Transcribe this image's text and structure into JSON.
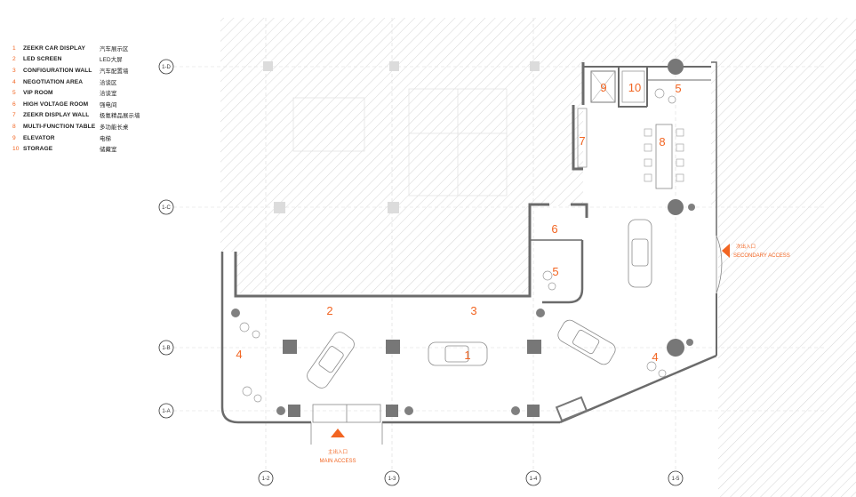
{
  "legend": [
    {
      "num": "1",
      "en": "ZEEKR CAR DISPLAY",
      "zh": "汽车展示区"
    },
    {
      "num": "2",
      "en": "LED SCREEN",
      "zh": "LED大屏"
    },
    {
      "num": "3",
      "en": "CONFIGURATION WALL",
      "zh": "汽车配置墙"
    },
    {
      "num": "4",
      "en": "NEGOTIATION AREA",
      "zh": "洽谈区"
    },
    {
      "num": "5",
      "en": "VIP ROOM",
      "zh": "洽谈室"
    },
    {
      "num": "6",
      "en": "HIGH VOLTAGE ROOM",
      "zh": "强电间"
    },
    {
      "num": "7",
      "en": "ZEEKR DISPLAY WALL",
      "zh": "极氪精品展示墙"
    },
    {
      "num": "8",
      "en": "MULTI-FUNCTION  TABLE",
      "zh": "多功能长桌"
    },
    {
      "num": "9",
      "en": "ELEVATOR",
      "zh": "电梯"
    },
    {
      "num": "10",
      "en": "STORAGE",
      "zh": "储藏室"
    }
  ],
  "grid": {
    "rows": [
      "1-D",
      "1-C",
      "1-B",
      "1-A"
    ],
    "cols": [
      "1-2",
      "1-3",
      "1-4",
      "1-5"
    ]
  },
  "access": {
    "main_zh": "主出入口",
    "main_en": "MAIN ACCESS",
    "secondary_zh": "次出入口",
    "secondary_en": "SECONDARY ACCESS"
  },
  "plan_numbers": {
    "car_display": "1",
    "led_screen": "2",
    "config_wall": "3",
    "negotiation_left": "4",
    "negotiation_right": "4",
    "vip_room_top": "5",
    "vip_room_mid": "5",
    "hv_room": "6",
    "display_wall": "7",
    "table": "8",
    "elevator": "9",
    "storage": "10"
  },
  "colors": {
    "accent": "#f26522",
    "wall": "#666666",
    "hatch": "#cfcfcf"
  }
}
